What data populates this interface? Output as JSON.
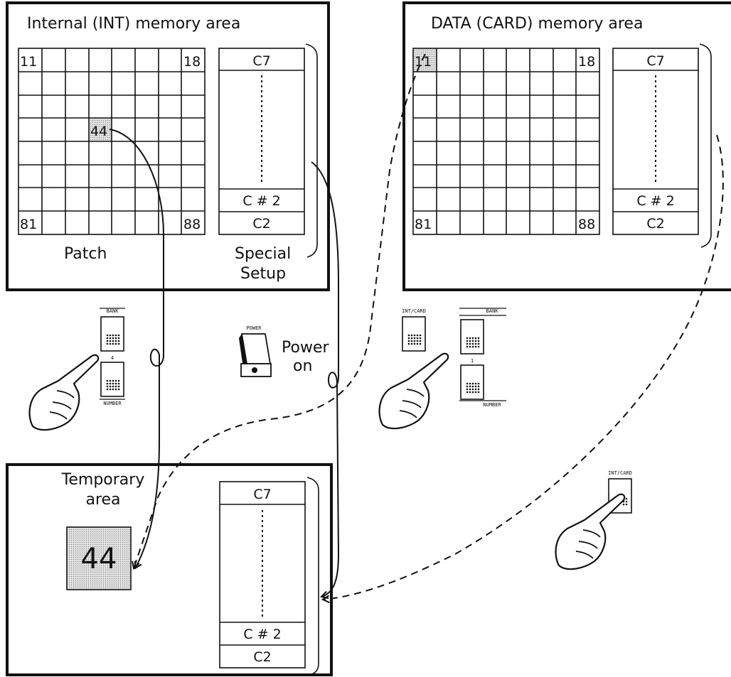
{
  "int_area": {
    "title": "Internal  (INT)  memory area",
    "grid": {
      "tl": "11",
      "tr": "18",
      "bl": "81",
      "br": "88",
      "selected": "44"
    },
    "patch_label": "Patch",
    "special_label_1": "Special",
    "special_label_2": "Setup",
    "column": {
      "top": "C7",
      "mid": "C # 2",
      "bottom": "C2"
    }
  },
  "card_area": {
    "title": "DATA  (CARD)  memory area",
    "grid": {
      "tl": "11",
      "tr": "18",
      "bl": "81",
      "br": "88"
    },
    "column": {
      "top": "C7",
      "mid": "C # 2",
      "bottom": "C2"
    }
  },
  "controls": {
    "bank_label": "BANK",
    "number_label": "NUMBER",
    "int_card_label": "INT/CARD",
    "power_label": "POWER",
    "power_text_1": "Power",
    "power_text_2": "on",
    "left_bank_digit": "4",
    "right_bank_digit": "1"
  },
  "temp_area": {
    "title_1": "Temporary",
    "title_2": "area",
    "value": "44",
    "column": {
      "top": "C7",
      "mid": "C # 2",
      "bottom": "C2"
    }
  }
}
